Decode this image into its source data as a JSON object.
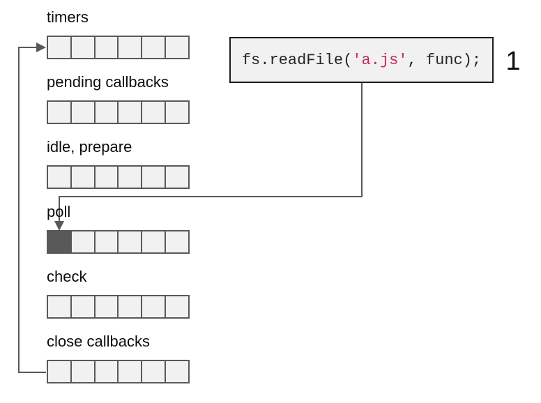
{
  "diagram": {
    "phases": [
      {
        "label": "timers",
        "cells": 6,
        "filled_cells": []
      },
      {
        "label": "pending callbacks",
        "cells": 6,
        "filled_cells": []
      },
      {
        "label": "idle, prepare",
        "cells": 6,
        "filled_cells": []
      },
      {
        "label": "poll",
        "cells": 6,
        "filled_cells": [
          0
        ]
      },
      {
        "label": "check",
        "cells": 6,
        "filled_cells": []
      },
      {
        "label": "close callbacks",
        "cells": 6,
        "filled_cells": []
      }
    ],
    "code_box": {
      "prefix": "fs.readFile(",
      "arg": "'a.js'",
      "suffix": ", func);"
    },
    "step_number": "1",
    "colors": {
      "line": "#595959",
      "cell_border": "#595959",
      "cell_fill": "#f1f1f1",
      "filled_cell": "#595959",
      "code_border": "#1a1a1a",
      "code_fill": "#f1f1f1",
      "code_text": "#262626",
      "code_arg": "#c5295a",
      "label_text": "#0d0d0d",
      "background": "#ffffff"
    }
  }
}
